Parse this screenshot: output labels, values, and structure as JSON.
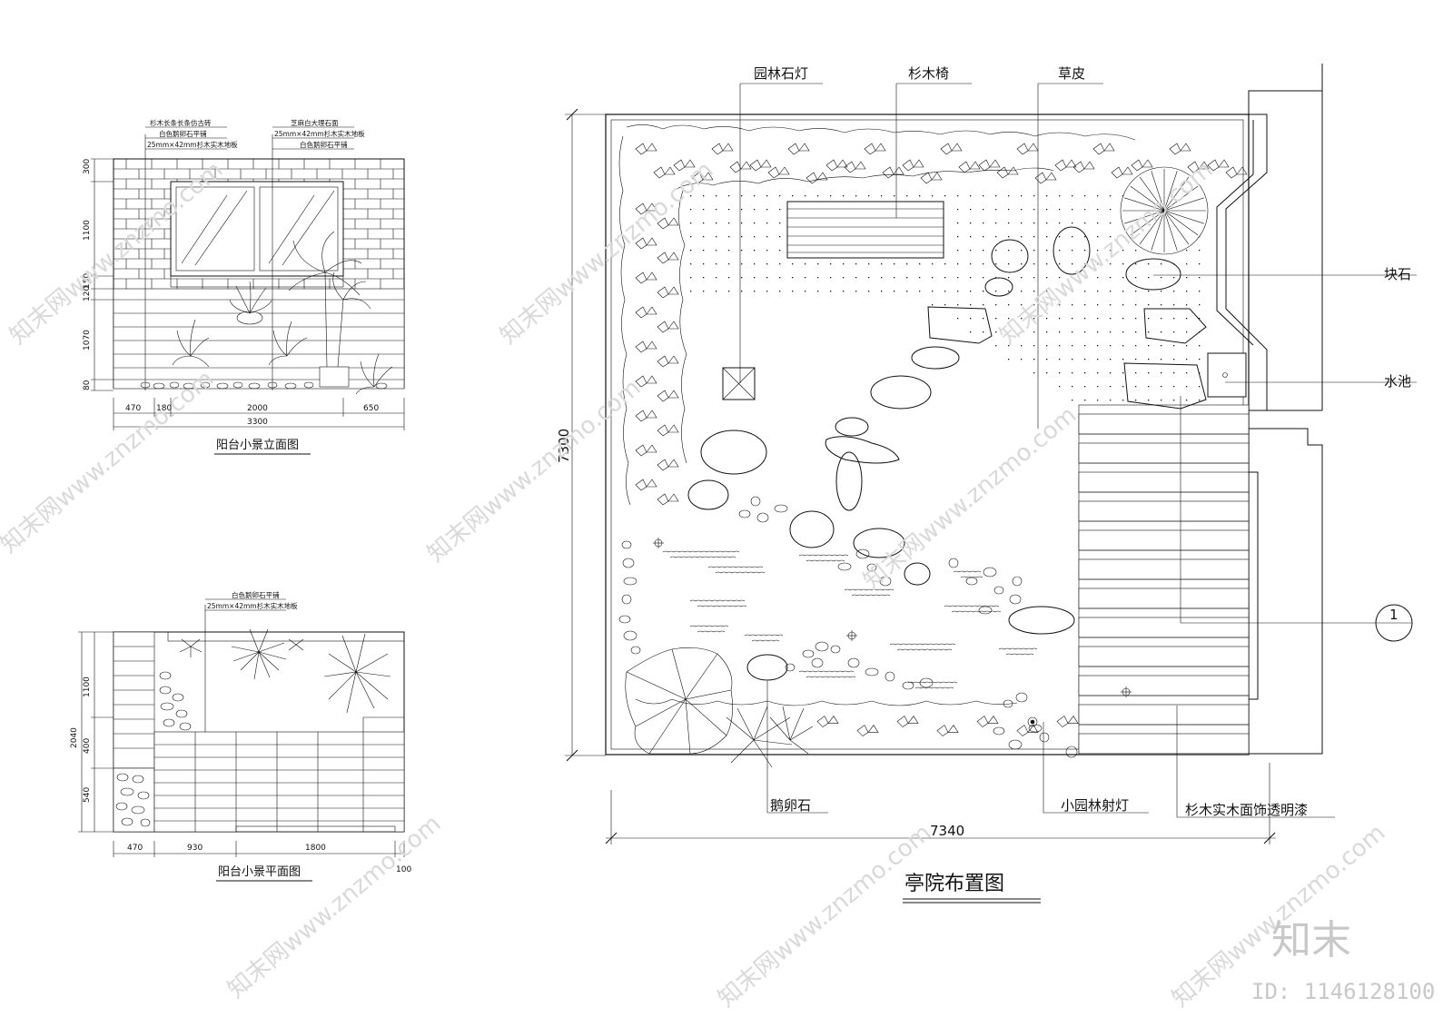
{
  "courtyard": {
    "title": "亭院布置图",
    "labels": {
      "stone_lamp": "园林石灯",
      "bench": "杉木椅",
      "lawn": "草皮",
      "rock": "块石",
      "pond": "水池",
      "pebble": "鹅卵石",
      "spotlight": "小园林射灯",
      "deck": "杉木实木面饰透明漆"
    },
    "dims": {
      "width": "7340",
      "height": "7300"
    },
    "section_marker": "1"
  },
  "elevation": {
    "title": "阳台小景立面图",
    "notes_left": [
      "杉木长条长条仿古砖",
      "白色鹅卵石平铺",
      "25mm×42mm杉木实木地板"
    ],
    "notes_right": [
      "芝麻白大理石面",
      "25mm×42mm杉木实木地板",
      "白色鹅卵石平铺"
    ],
    "dims_v": [
      "300",
      "1100",
      "150",
      "120",
      "1070",
      "80"
    ],
    "dims_h": [
      "470",
      "180",
      "2000",
      "650"
    ],
    "total": "3300"
  },
  "plan": {
    "title": "阳台小景平面图",
    "notes": [
      "白色鹅卵石平铺",
      "25mm×42mm杉木实木地板"
    ],
    "dims_v": [
      "1100",
      "2040",
      "400",
      "540"
    ],
    "dims_h": [
      "470",
      "930",
      "1800"
    ],
    "extra": "100"
  },
  "watermark": {
    "text": "知末网www.znzmo.com",
    "logo": "知末",
    "id": "ID: 1146128100"
  }
}
